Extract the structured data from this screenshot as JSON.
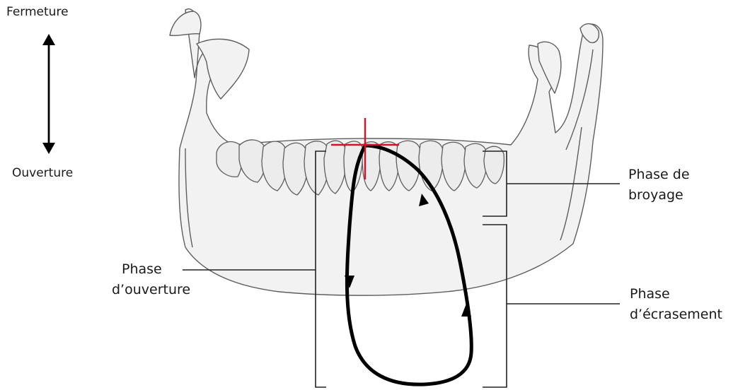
{
  "direction_labels": {
    "top": "Fermeture",
    "bottom": "Ouverture"
  },
  "phase_labels": {
    "ouverture": {
      "line1": "Phase",
      "line2": "d’ouverture"
    },
    "broyage": {
      "line1": "Phase de",
      "line2": "broyage"
    },
    "ecrasement": {
      "line1": "Phase",
      "line2": "d’écrasement"
    }
  },
  "colors": {
    "bone_fill": "#f2f2f2",
    "bone_stroke": "#5e5e5e",
    "cycle_path": "#000000",
    "reference_cross": "#d4102a",
    "bracket": "#222222"
  }
}
